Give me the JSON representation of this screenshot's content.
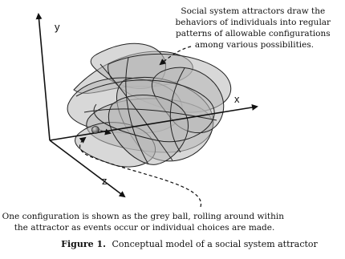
{
  "axes": {
    "x_label": "x",
    "y_label": "y",
    "z_label": "z"
  },
  "annotation_top": {
    "lines": [
      "Social system attractors draw the",
      "behaviors of individuals into regular",
      "patterns of allowable configurations",
      "among various possibilities."
    ]
  },
  "annotation_bottom": {
    "lines": [
      "One configuration is shown as the grey ball, rolling around within",
      "the attractor as events occur or individual choices are made."
    ]
  },
  "caption": {
    "label": "Figure 1.",
    "text": "Conceptual model of a social system attractor"
  },
  "colors": {
    "ink": "#111111",
    "attractor_fill": "#b9b9b9",
    "ball": "#7a7a7a"
  }
}
